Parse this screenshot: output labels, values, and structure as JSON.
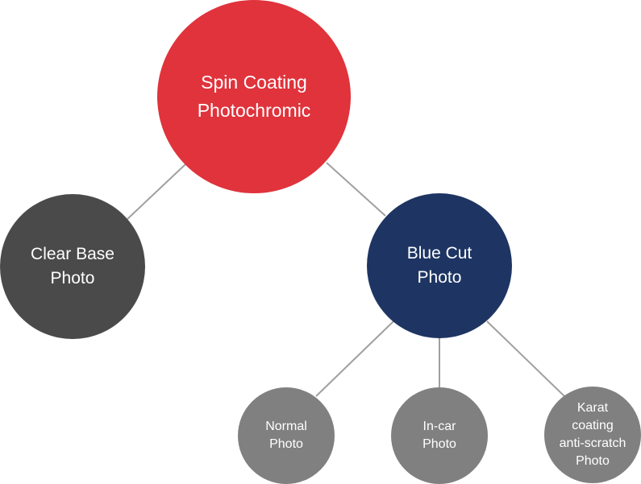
{
  "colors": {
    "root": "#e0333c",
    "clear_base": "#4a4a4a",
    "blue_cut": "#1e3563",
    "leaf": "#808080",
    "connector": "#a0a0a0"
  },
  "nodes": {
    "root": {
      "label": "Spin Coating\nPhotochromic"
    },
    "clear_base": {
      "label": "Clear Base\nPhoto"
    },
    "blue_cut": {
      "label": "Blue Cut\nPhoto"
    },
    "normal": {
      "label": "Normal\nPhoto"
    },
    "incar": {
      "label": "In-car\nPhoto"
    },
    "karat": {
      "label": "Karat\ncoating\nanti-scratch\nPhoto"
    }
  }
}
